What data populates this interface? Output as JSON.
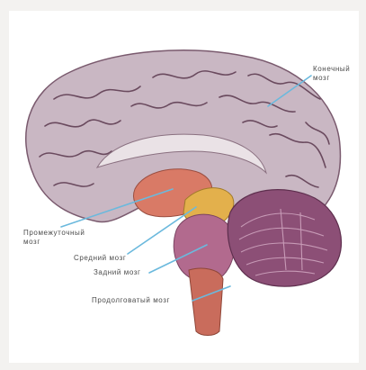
{
  "labels": {
    "telencephalon_line1": "Конечный",
    "telencephalon_line2": "мозг",
    "diencephalon_line1": "Промежуточный",
    "diencephalon_line2": "мозг",
    "midbrain": "Средний мозг",
    "hindbrain": "Задний мозг",
    "medulla": "Продолговатый мозг"
  },
  "colors": {
    "background": "#ffffff",
    "frame": "#f3f2f0",
    "cortex": "#c9b7c3",
    "cortex_groove": "#6a4a5e",
    "corpus_callosum": "#eae2e6",
    "diencephalon": "#d97a66",
    "midbrain": "#e3b04c",
    "pons": "#b26a8e",
    "medulla": "#c96c5c",
    "cerebellum": "#8c4f76",
    "pointer_line": "#6bb9dd",
    "label_text": "#4b4b4b"
  }
}
